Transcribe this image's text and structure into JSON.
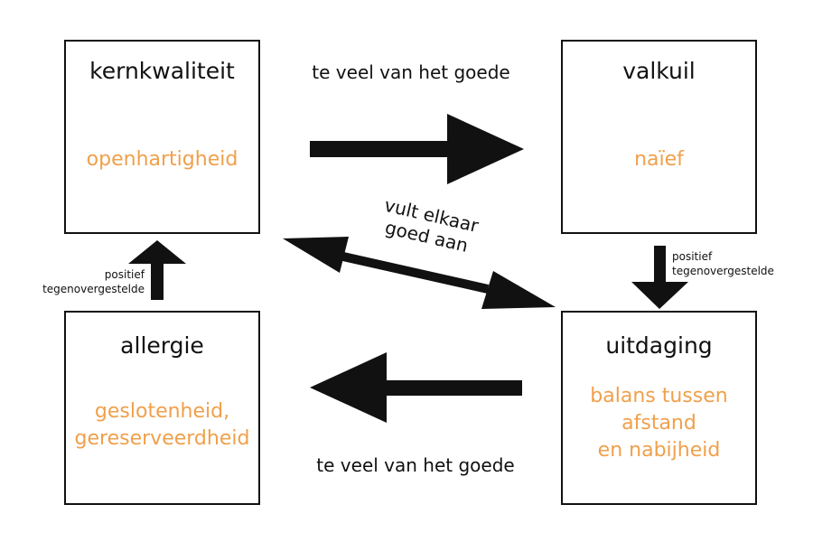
{
  "boxes": {
    "kernkwaliteit": {
      "title": "kernkwaliteit",
      "value": "openhartigheid"
    },
    "valkuil": {
      "title": "valkuil",
      "value": "naïef"
    },
    "allergie": {
      "title": "allergie",
      "value": "geslotenheid,\ngereserveerdheid"
    },
    "uitdaging": {
      "title": "uitdaging",
      "value": "balans tussen\nafstand\nen nabijheid"
    }
  },
  "labels": {
    "top_arrow": "te veel van het goede",
    "bottom_arrow": "te veel van het goede",
    "diagonal": "vult elkaar\ngoed aan",
    "left_vertical": "positief\ntegenovergestelde",
    "right_vertical": "positief\ntegenovergestelde"
  },
  "colors": {
    "accent": "#f0a04b",
    "stroke": "#111111"
  }
}
